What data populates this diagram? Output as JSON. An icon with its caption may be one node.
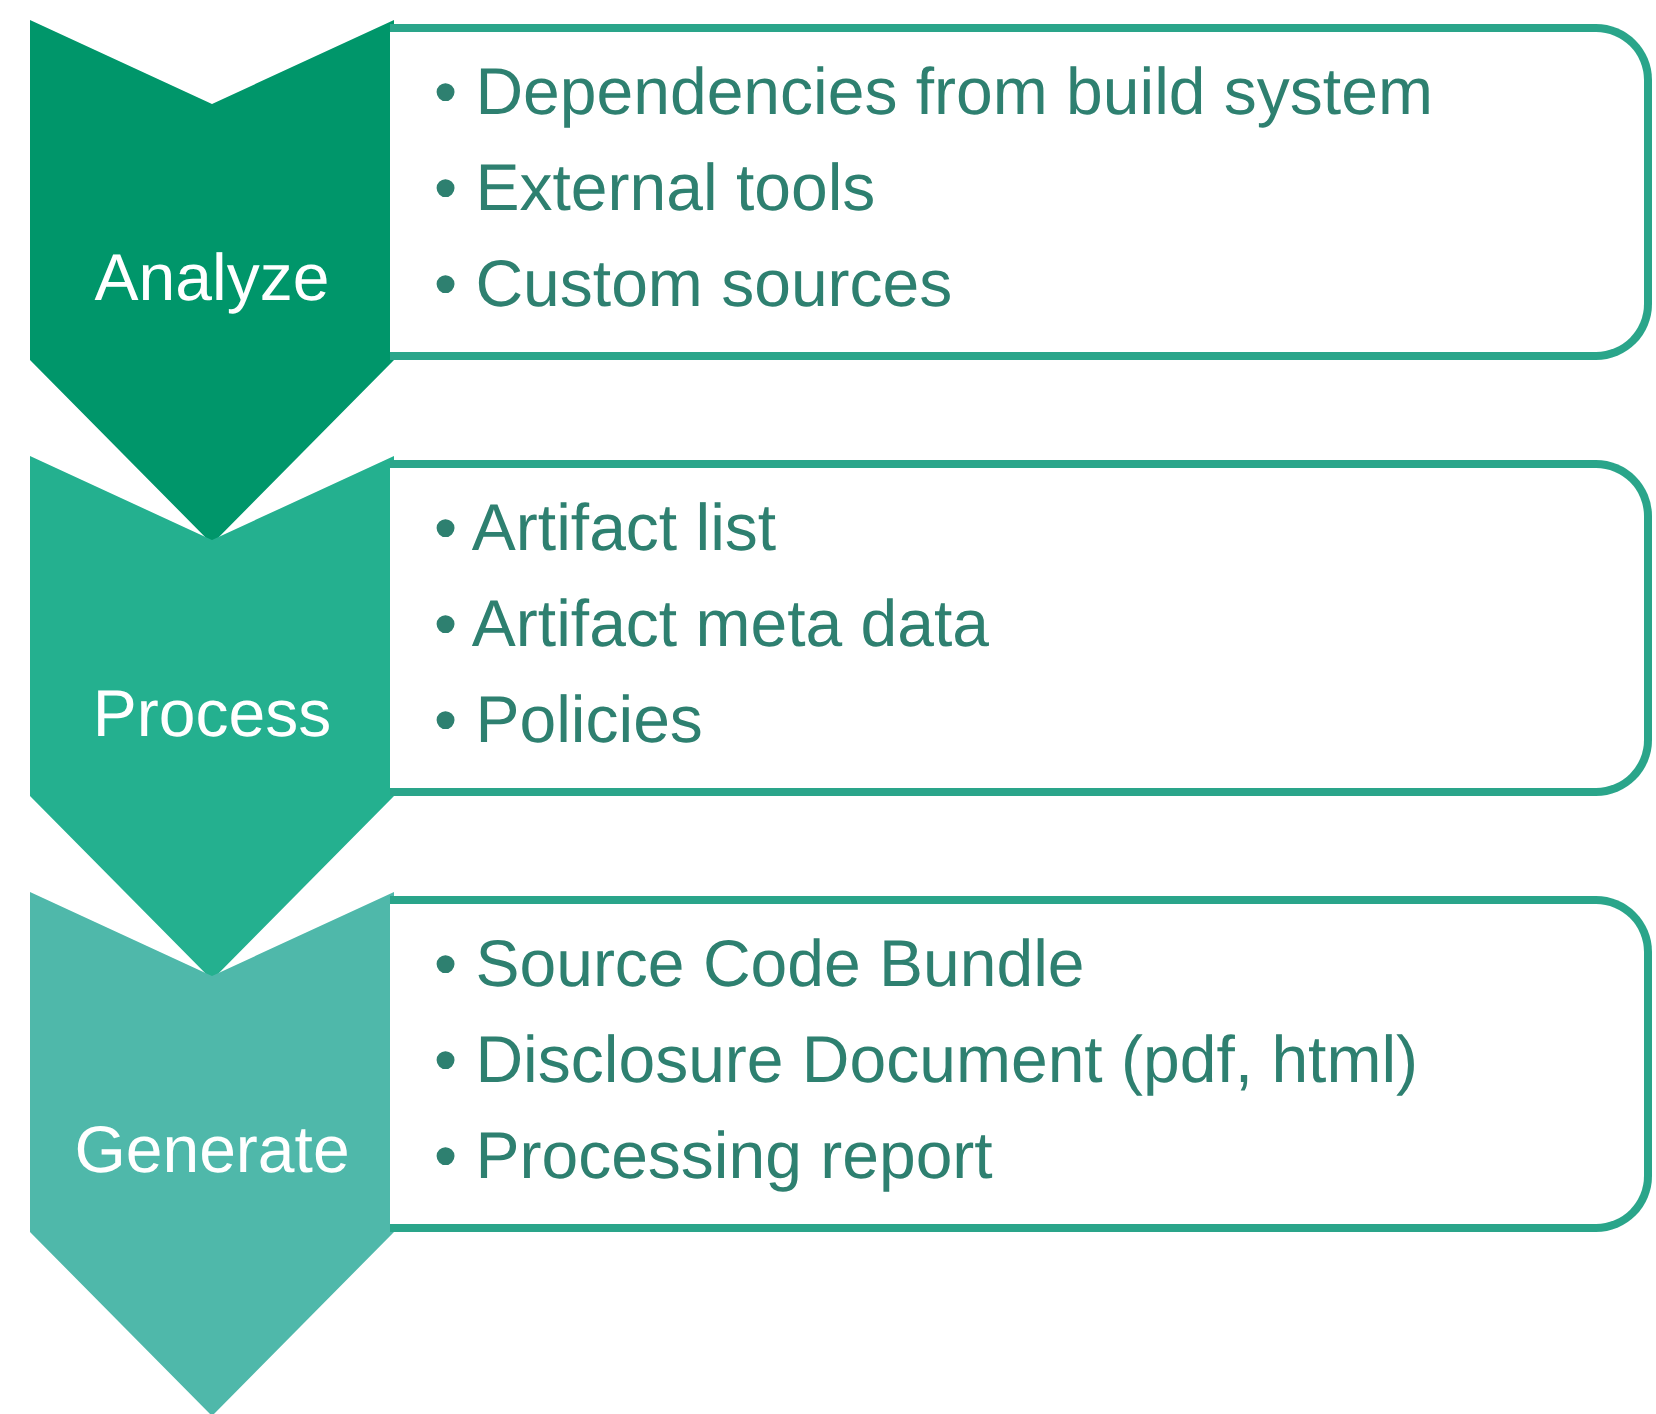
{
  "diagram": {
    "nodes": [
      {
        "text": [
          "Analyze"
        ]
      },
      {
        "text": [
          "• Dependencies from build system",
          "• External tools",
          "• Custom sources"
        ]
      },
      {
        "text": [
          "Process"
        ]
      },
      {
        "text": [
          "• Artifact list",
          "• Artifact meta data",
          "• Policies"
        ]
      },
      {
        "text": [
          "Generate"
        ]
      },
      {
        "text": [
          "• Source Code Bundle",
          "• Disclosure Document (pdf, html)",
          "• Processing report"
        ]
      }
    ]
  }
}
